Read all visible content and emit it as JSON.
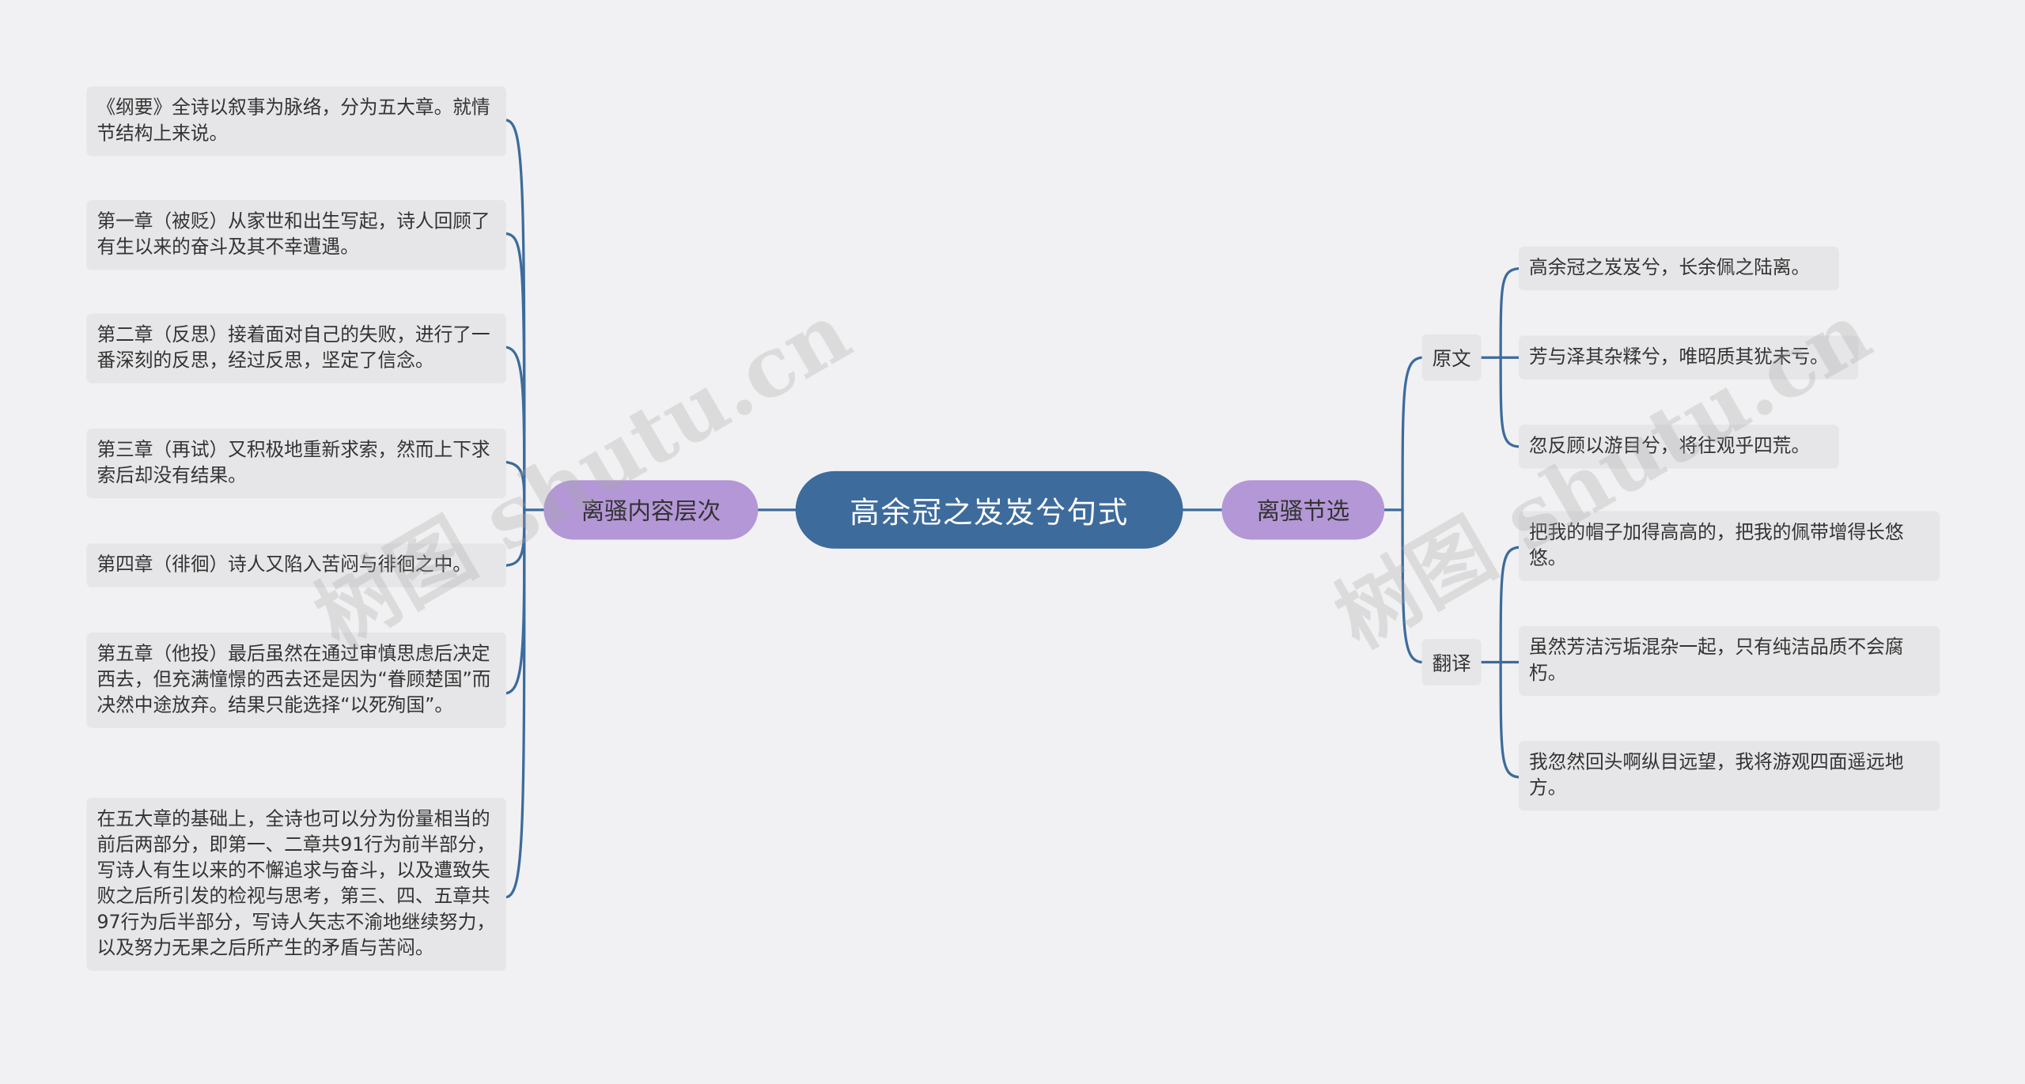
{
  "root": {
    "label": "高余冠之岌岌兮句式"
  },
  "left_branch": {
    "label": "离骚内容层次",
    "items": [
      "《纲要》全诗以叙事为脉络，分为五大章。就情节结构上来说。",
      "第一章（被贬）从家世和出生写起，诗人回顾了有生以来的奋斗及其不幸遭遇。",
      "第二章（反思）接着面对自己的失败，进行了一番深刻的反思，经过反思，坚定了信念。",
      "第三章（再试）又积极地重新求索，然而上下求索后却没有结果。",
      "第四章（徘徊）诗人又陷入苦闷与徘徊之中。",
      "第五章（他投）最后虽然在通过审慎思虑后决定西去，但充满憧憬的西去还是因为“眷顾楚国”而决然中途放弃。结果只能选择“以死殉国”。",
      "在五大章的基础上，全诗也可以分为份量相当的前后两部分，即第一、二章共91行为前半部分，写诗人有生以来的不懈追求与奋斗，以及遭致失败之后所引发的检视与思考，第三、四、五章共97行为后半部分，写诗人矢志不渝地继续努力，以及努力无果之后所产生的矛盾与苦闷。"
    ]
  },
  "right_branch": {
    "label": "离骚节选",
    "original": {
      "label": "原文",
      "items": [
        "高余冠之岌岌兮，长余佩之陆离。",
        "芳与泽其杂糅兮，唯昭质其犹未亏。",
        "忽反顾以游目兮，将往观乎四荒。"
      ]
    },
    "translation": {
      "label": "翻译",
      "items": [
        "把我的帽子加得高高的，把我的佩带增得长悠悠。",
        "虽然芳洁污垢混杂一起，只有纯洁品质不会腐朽。",
        "我忽然回头啊纵目远望，我将游观四面遥远地方。"
      ]
    }
  },
  "watermark": {
    "text": "树图 shutu.cn"
  },
  "colors": {
    "root": "#3d6b9c",
    "main": "#b497d6",
    "leaf": "#e6e6e8",
    "line": "#3d6b9c"
  }
}
